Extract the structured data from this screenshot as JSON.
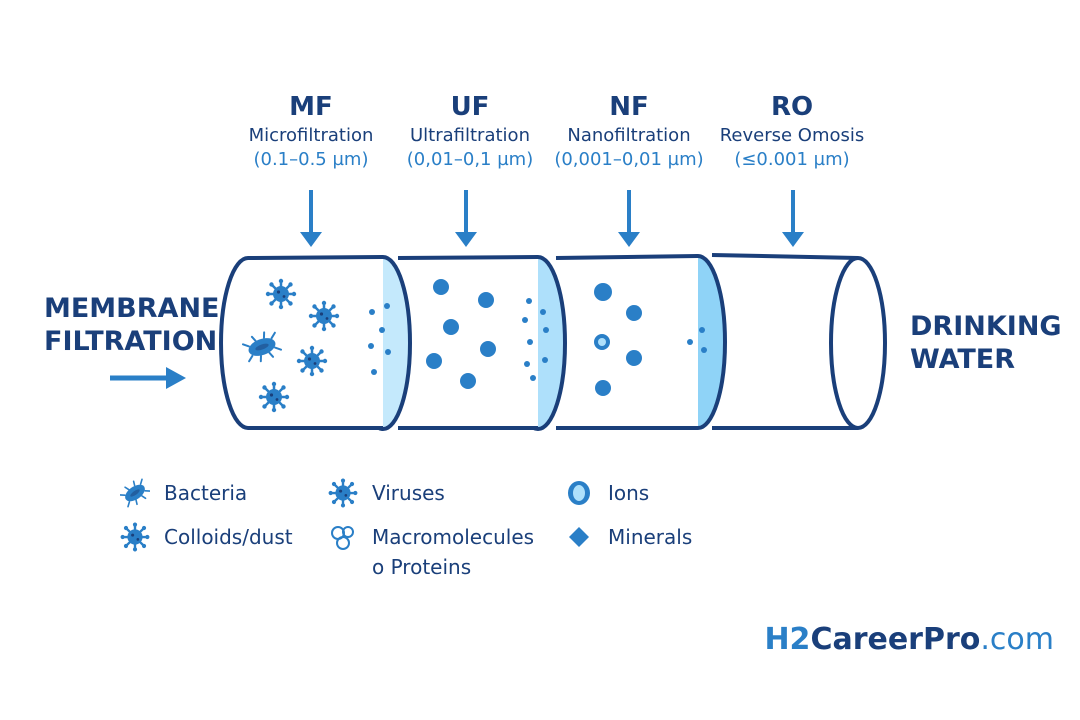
{
  "stages": [
    {
      "abbr": "MF",
      "name": "Microfiltration",
      "range": "(0.1–0.5 µm)"
    },
    {
      "abbr": "UF",
      "name": "Ultrafiltration",
      "range": "(0,01–0,1 µm)"
    },
    {
      "abbr": "NF",
      "name": "Nanofiltration",
      "range": "(0,001–0,01 µm)"
    },
    {
      "abbr": "RO",
      "name": "Reverse Omosis",
      "range": "(≤0.001 µm)"
    }
  ],
  "input_label": {
    "line1": "MEMBRANE",
    "line2": "FILTRATION"
  },
  "output_label": {
    "line1": "DRINKING",
    "line2": "WATER"
  },
  "legend": [
    {
      "icon": "bacteria-icon",
      "label": "Bacteria"
    },
    {
      "icon": "virus-icon",
      "label": "Viruses"
    },
    {
      "icon": "ion-icon",
      "label": "Ions"
    },
    {
      "icon": "colloid-icon",
      "label": "Colloids/dust"
    },
    {
      "icon": "macromolecule-icon",
      "label": "Macromolecules",
      "label2": "o Proteins"
    },
    {
      "icon": "mineral-icon",
      "label": "Minerals"
    }
  ],
  "brand": {
    "part1": "H2",
    "part2": "Career",
    "part3": "Pro",
    "part4": ".com"
  },
  "colors": {
    "dark_blue": "#1a3f7a",
    "mid_blue": "#2a7fc7",
    "membrane_fill": "#aee0fb",
    "membrane_fill_2": "#8fd3f7"
  }
}
